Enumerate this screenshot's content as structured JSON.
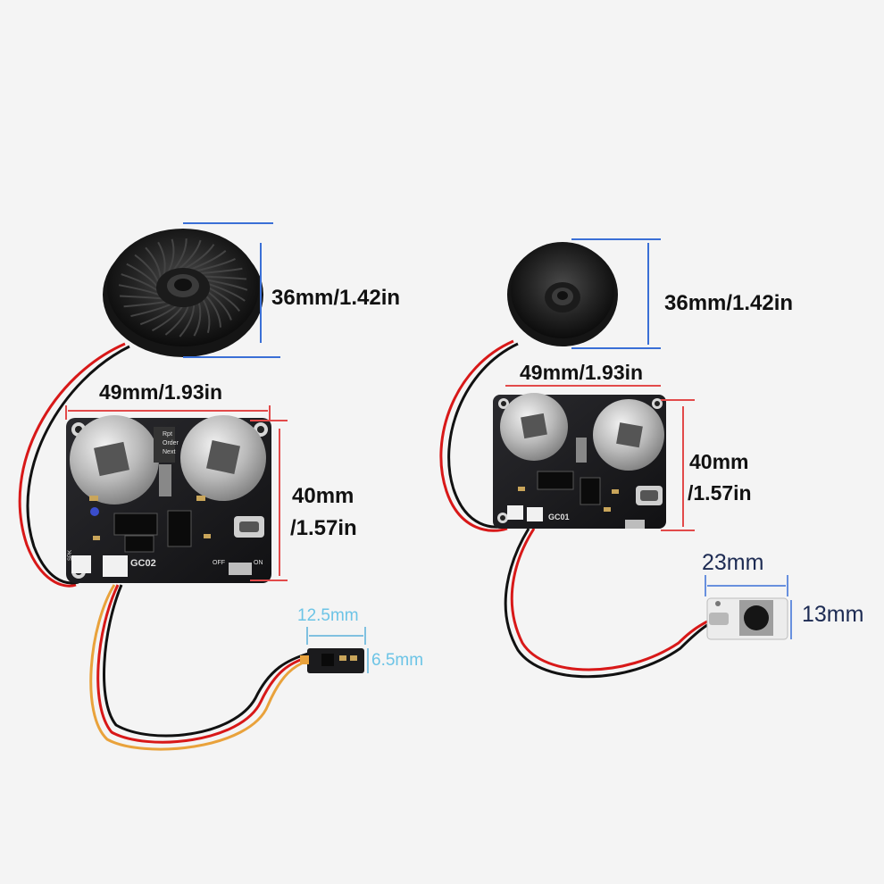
{
  "left_set": {
    "board_label": "GC02",
    "switch_labels": [
      "Rpt",
      "Order",
      "Next"
    ],
    "power_off": "OFF",
    "power_on": "ON",
    "spk_label": "SPK",
    "speaker_dim": "36mm/1.42in",
    "board_width": "49mm/1.93in",
    "board_height_1": "40mm",
    "board_height_2": "/1.57in",
    "trigger_width": "12.5mm",
    "trigger_height": "6.5mm"
  },
  "right_set": {
    "board_label": "GC01",
    "speaker_dim": "36mm/1.42in",
    "board_width": "49mm/1.93in",
    "board_height_1": "40mm",
    "board_height_2": "/1.57in",
    "button_width": "23mm",
    "button_height": "13mm"
  },
  "colors": {
    "background": "#f4f4f4",
    "pcb": "#1a1a1c",
    "speaker": "#2a2a2a",
    "wire_red": "#d81818",
    "wire_black": "#111111",
    "wire_orange": "#e9a23b",
    "guide_blue": "#3a6fd6",
    "guide_red": "#e24a4a"
  }
}
